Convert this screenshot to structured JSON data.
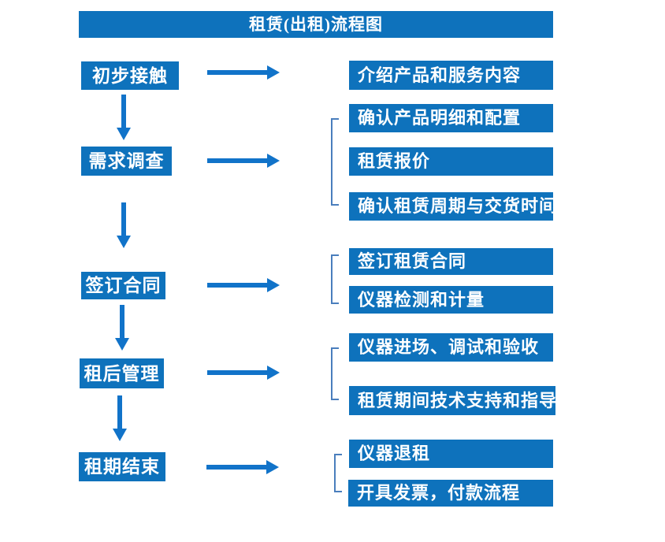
{
  "title": "租赁(出租)流程图",
  "colors": {
    "box_blue": "#0e72bc",
    "arrow_blue": "#1173c9",
    "bracket_blue": "#4a7ebd",
    "text_white": "#ffffff",
    "background": "#ffffff"
  },
  "steps": [
    {
      "label": "初步接触",
      "outputs": [
        "介绍产品和服务内容"
      ]
    },
    {
      "label": "需求调查",
      "outputs": [
        "确认产品明细和配置",
        "租赁报价",
        "确认租赁周期与交货时间"
      ]
    },
    {
      "label": "签订合同",
      "outputs": [
        "签订租赁合同",
        "仪器检测和计量"
      ]
    },
    {
      "label": "租后管理",
      "outputs": [
        "仪器进场、调试和验收",
        "租赁期间技术支持和指导"
      ]
    },
    {
      "label": "租期结束",
      "outputs": [
        "仪器退租",
        "开具发票，付款流程"
      ]
    }
  ]
}
